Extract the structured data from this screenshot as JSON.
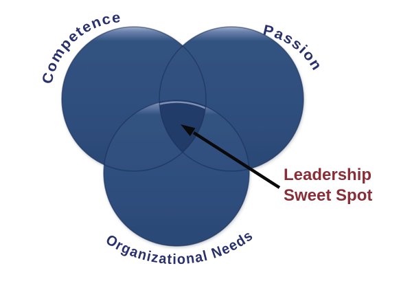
{
  "diagram": {
    "type": "venn-3-circle",
    "circles": [
      {
        "id": "competence",
        "label": "Competence"
      },
      {
        "id": "passion",
        "label": "Passion"
      },
      {
        "id": "organizational-needs",
        "label": "Organizational Needs"
      }
    ],
    "annotation": {
      "line1": "Leadership",
      "line2": "Sweet Spot"
    }
  },
  "colors": {
    "background": "#FFFFFF",
    "circle_fill": "#2F4F7E",
    "circle_rim_highlight": "#8CA0C2",
    "overlap_fill": "#213C68",
    "circle_outline": "#1A2C52",
    "label_text": "#28306E",
    "annotation_text": "#892E37",
    "arrow": "#0A0A0A"
  }
}
